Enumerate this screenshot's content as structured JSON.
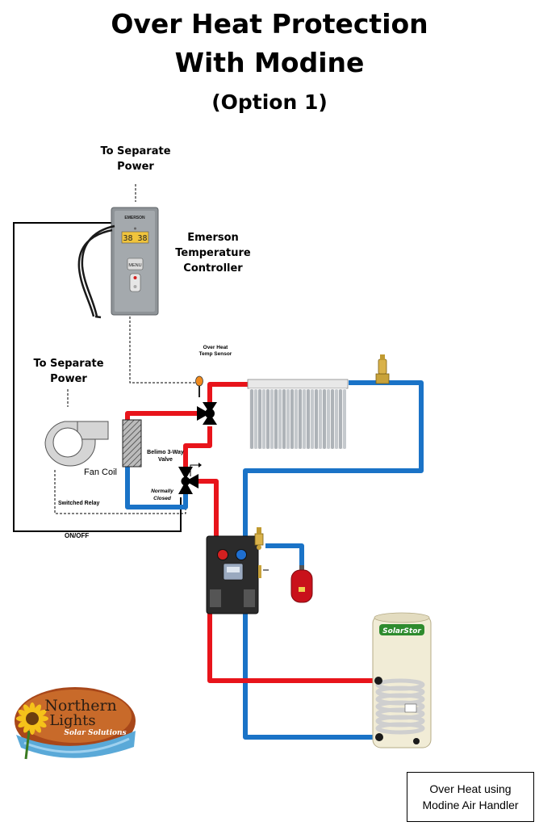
{
  "title": {
    "line1": "Over Heat Protection",
    "line2": "With Modine",
    "line3": "(Option 1)"
  },
  "labels": {
    "to_separate_power_top_1": "To Separate",
    "to_separate_power_top_2": "Power",
    "emerson_1": "Emerson",
    "emerson_2": "Temperature",
    "emerson_3": "Controller",
    "to_separate_power_left_1": "To Separate",
    "to_separate_power_left_2": "Power",
    "over_heat_sensor_1": "Over Heat",
    "over_heat_sensor_2": "Temp Sensor",
    "fan_coil": "Fan Coil",
    "belimo_1": "Belimo 3-Way",
    "belimo_2": "Valve",
    "normally_1": "Normally",
    "normally_2": "Closed",
    "switched_relay": "Switched Relay",
    "on_off": "ON/OFF",
    "controller_brand": "EMERSON",
    "controller_display": "38 38",
    "controller_menu": "MENU",
    "tank_brand": "SolarStor",
    "logo_line1": "Northern",
    "logo_line2": "Lights",
    "logo_line3": "Solar Solutions"
  },
  "caption": {
    "line1": "Over Heat using",
    "line2": "Modine Air Handler"
  },
  "colors": {
    "hot": "#e8141b",
    "cold": "#1a73c7",
    "wire": "#000000"
  }
}
